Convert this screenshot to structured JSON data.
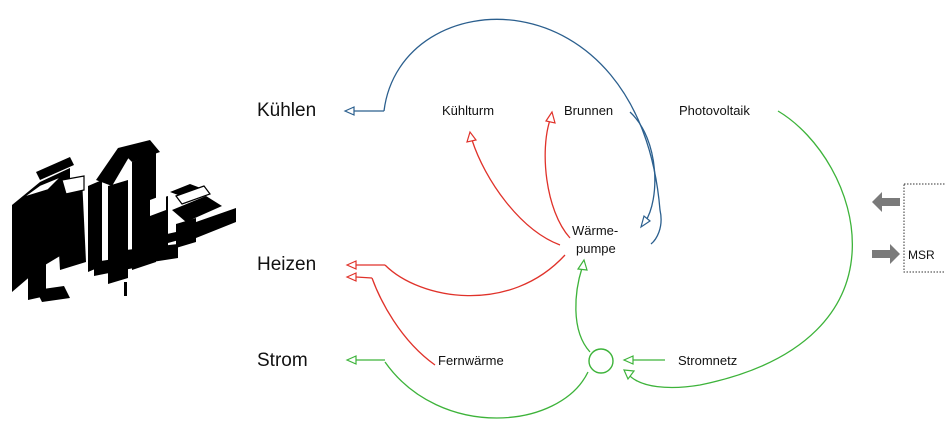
{
  "labels": {
    "kuehlen": "Kühlen",
    "heizen": "Heizen",
    "strom": "Strom",
    "kuehlturm": "Kühlturm",
    "brunnen": "Brunnen",
    "photovoltaik": "Photovoltaik",
    "waermepumpe_line1": "Wärme-",
    "waermepumpe_line2": "pumpe",
    "fernwaerme": "Fernwärme",
    "stromnetz": "Stromnetz",
    "msr": "MSR"
  },
  "colors": {
    "cooling": "#2b5f8e",
    "heating": "#e0322a",
    "electricity": "#3db33a",
    "msr_arrow": "#7a7a7a"
  },
  "icons": {
    "building": "building-isometric-icon",
    "node": "junction-circle-icon"
  }
}
